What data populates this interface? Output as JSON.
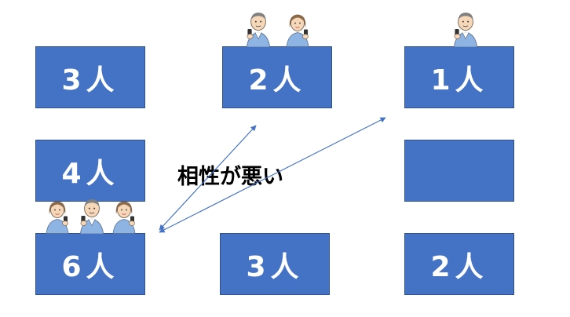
{
  "colors": {
    "table_fill": "#4472c4",
    "table_border": "#2f528f",
    "arrow": "#4472c4",
    "skin": "#f6d7b8",
    "shirt": "#8eb4e3",
    "man_hair": "#808080",
    "woman_hair": "#8b6b4a"
  },
  "tables": [
    {
      "id": "top-left",
      "label": "3人"
    },
    {
      "id": "top-center",
      "label": "2人"
    },
    {
      "id": "top-right",
      "label": "1人"
    },
    {
      "id": "middle-left",
      "label": "4人"
    },
    {
      "id": "middle-right",
      "label": ""
    },
    {
      "id": "bottom-left",
      "label": "6人"
    },
    {
      "id": "bottom-center",
      "label": "3人"
    },
    {
      "id": "bottom-right",
      "label": "2人"
    }
  ],
  "annotation": "相性が悪い",
  "icons": {
    "man": "man-with-phone-icon",
    "woman": "woman-with-phone-icon",
    "arrow": "double-arrow-icon"
  }
}
